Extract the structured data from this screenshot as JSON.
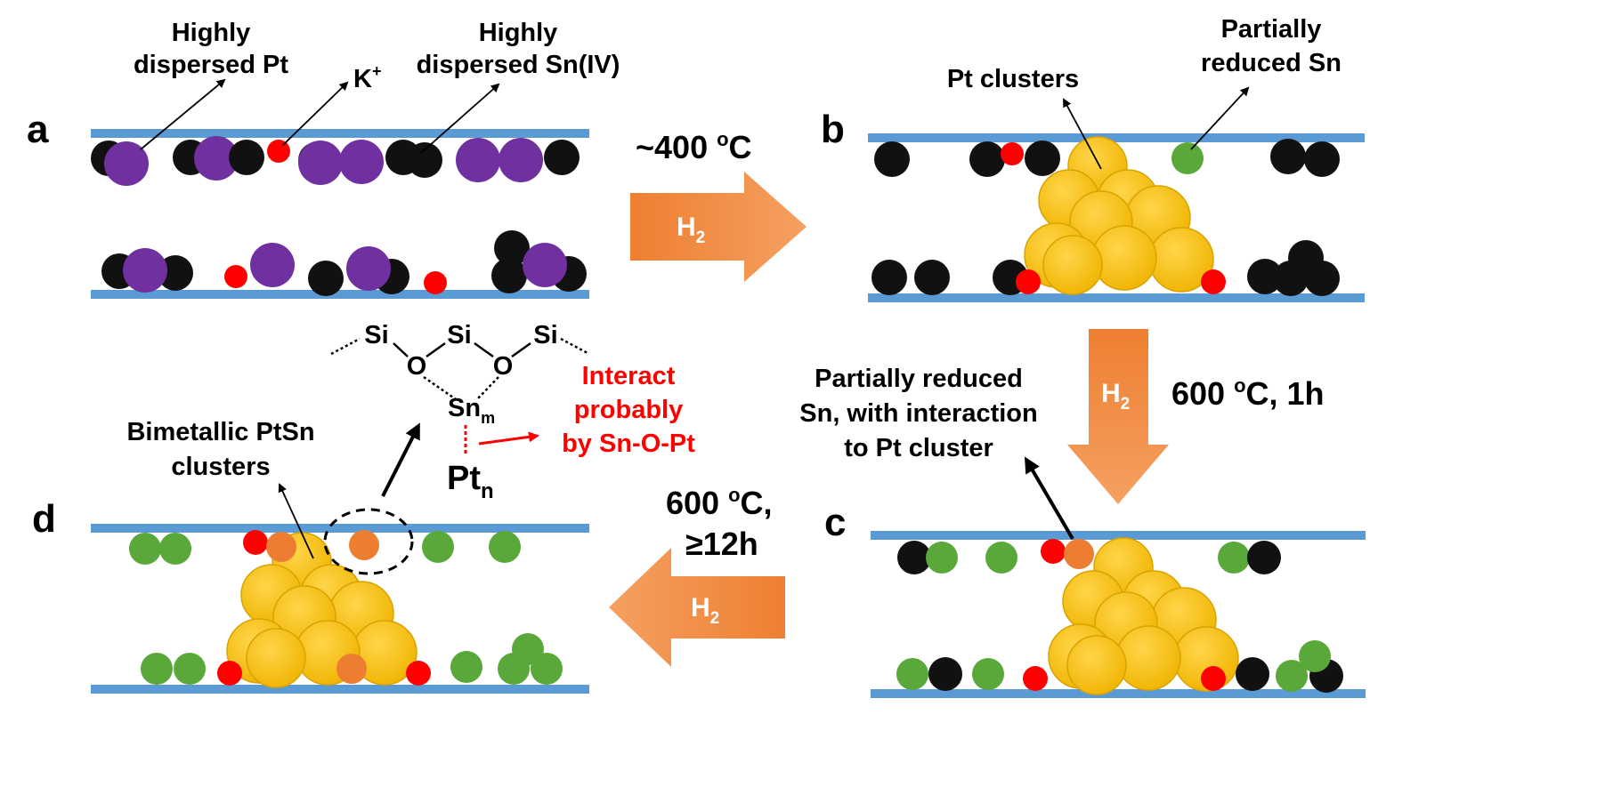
{
  "colors": {
    "channel": "#5b9bd5",
    "black": "#111111",
    "purple": "#7030a0",
    "red": "#ff0000",
    "green": "#5aa73a",
    "orange_sn": "#ed7d31",
    "gold": "#f7bf1a",
    "arrow_orange": "#ed7d31",
    "annotation_red": "#ff0000"
  },
  "panels": {
    "a": {
      "letter": "a"
    },
    "b": {
      "letter": "b"
    },
    "c": {
      "letter": "c"
    },
    "d": {
      "letter": "d"
    }
  },
  "labels": {
    "a_pt_line1": "Highly",
    "a_pt_line2": "dispersed Pt",
    "a_k": "K",
    "a_k_sup": "+",
    "a_sn_line1": "Highly",
    "a_sn_line2": "dispersed Sn(IV)",
    "b_clusters": "Pt clusters",
    "b_sn_line1": "Partially",
    "b_sn_line2": "reduced Sn",
    "c_line1": "Partially reduced",
    "c_line2": "Sn, with interaction",
    "c_line3": "to Pt cluster",
    "d_line1": "Bimetallic PtSn",
    "d_line2": "clusters"
  },
  "arrows": {
    "ab": {
      "temp": "~400 ",
      "sup": "o",
      "unit": "C",
      "gas": "H",
      "gas_sub": "2"
    },
    "bc": {
      "temp": "600 ",
      "sup": "o",
      "unit": "C, 1h",
      "gas": "H",
      "gas_sub": "2"
    },
    "cd": {
      "temp_line1": "600 ",
      "sup": "o",
      "unit_line1": "C,",
      "temp_line2": "≥12h",
      "gas": "H",
      "gas_sub": "2"
    }
  },
  "structure": {
    "si": "Si",
    "o": "O",
    "sn": "Sn",
    "sn_sub": "m",
    "pt": "Pt",
    "pt_sub": "n",
    "interact_line1": "Interact",
    "interact_line2": "probably",
    "interact_line3": "by Sn-O-Pt"
  }
}
